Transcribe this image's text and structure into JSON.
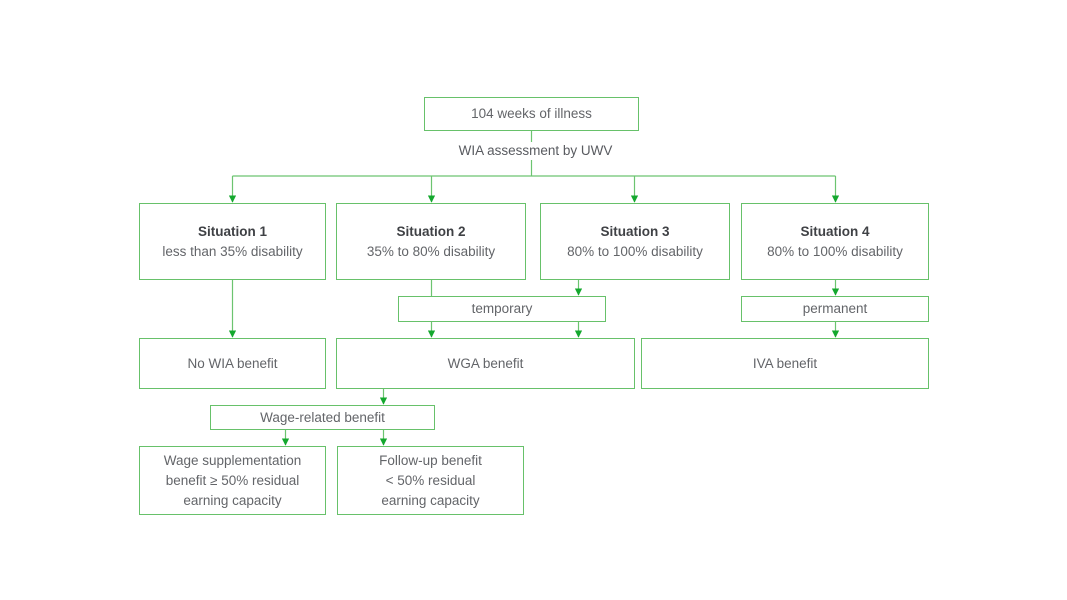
{
  "diagram": {
    "title_text": "104 weeks of illness",
    "assessment_label": "WIA assessment by UWV",
    "accent_color": "#3bb44a",
    "border_color": "#67c16a",
    "text_color": "#595b60",
    "title_color": "#3f4145",
    "background": "#ffffff"
  },
  "nodes": {
    "root": {
      "label": "104 weeks of illness"
    },
    "assessment": {
      "label": "WIA assessment by UWV"
    },
    "situation1": {
      "title": "Situation 1",
      "sub": "less than 35% disability"
    },
    "situation2": {
      "title": "Situation 2",
      "sub": "35% to 80% disability"
    },
    "situation3": {
      "title": "Situation 3",
      "sub": "80% to 100% disability"
    },
    "situation4": {
      "title": "Situation 4",
      "sub": "80% to 100% disability"
    },
    "temporary": {
      "label": "temporary"
    },
    "permanent": {
      "label": "permanent"
    },
    "no_wia_benefit": {
      "label": "No WIA benefit"
    },
    "wga_benefit": {
      "label": "WGA benefit"
    },
    "iva_benefit": {
      "label": "IVA benefit"
    },
    "wage_related_benefit": {
      "label": "Wage-related benefit"
    },
    "wage_supplementation": {
      "line1": "Wage supplementation",
      "line2": "benefit ≥ 50% residual",
      "line3": "earning capacity"
    },
    "follow_up_benefit": {
      "line1": "Follow-up benefit",
      "line2": "< 50% residual",
      "line3": "earning capacity"
    }
  }
}
